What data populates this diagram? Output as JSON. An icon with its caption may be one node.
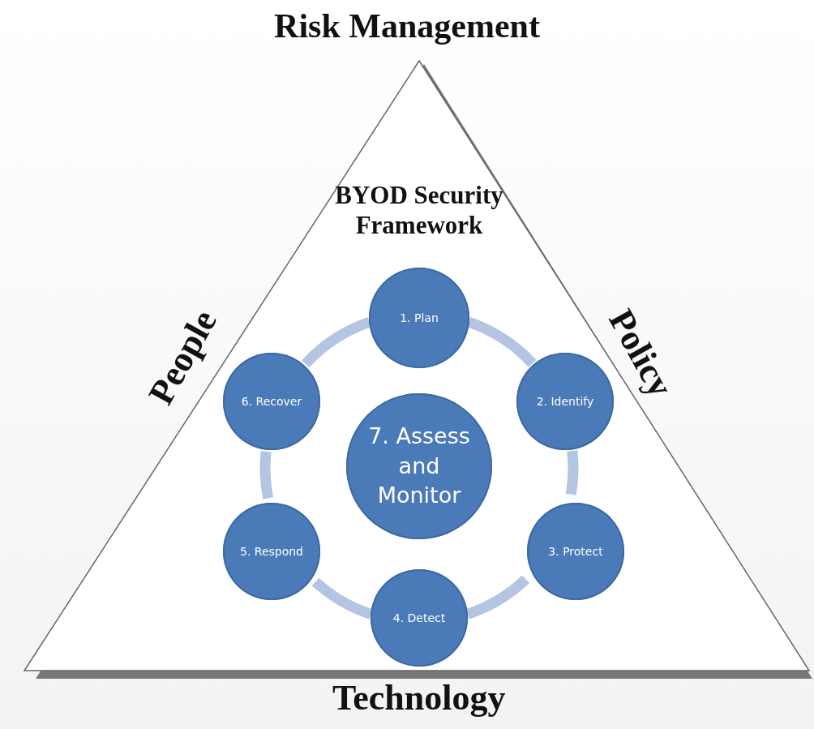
{
  "diagram": {
    "title": "Risk Management",
    "nodes": [
      {
        "text": [
          "BYOD Security Framework"
        ]
      },
      {
        "text": [
          "1. Plan"
        ],
        "in": 0
      },
      {
        "text": [
          "2. Identify"
        ],
        "in": 0
      },
      {
        "text": [
          "3. Protect"
        ],
        "in": 0
      },
      {
        "text": [
          "4. Detect"
        ],
        "in": 0
      },
      {
        "text": [
          "5. Respond"
        ],
        "in": 0
      },
      {
        "text": [
          "6. Recover"
        ],
        "in": 0
      },
      {
        "text": [
          "7. Assess and Monitor"
        ],
        "in": 0
      }
    ],
    "edges": [
      {
        "from": 1,
        "to": 2,
        "arrow": "none"
      },
      {
        "from": 2,
        "to": 3,
        "arrow": "none"
      },
      {
        "from": 3,
        "to": 4,
        "arrow": "none"
      },
      {
        "from": 4,
        "to": 5,
        "arrow": "none"
      },
      {
        "from": 5,
        "to": 6,
        "arrow": "none"
      },
      {
        "from": 6,
        "to": 1,
        "arrow": "none"
      }
    ],
    "labels": [
      "People",
      "Policy",
      "Technology"
    ]
  }
}
